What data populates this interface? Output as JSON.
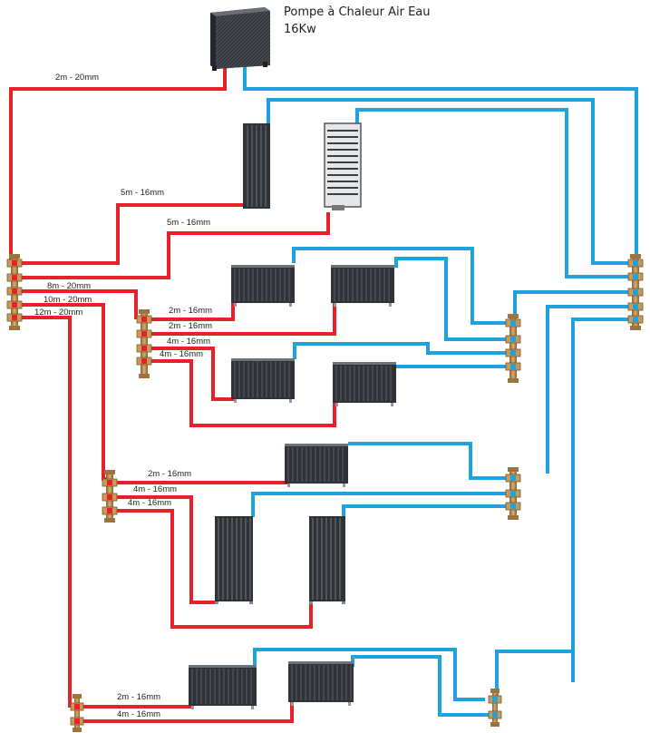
{
  "title": {
    "line1": "Pompe à Chaleur Air Eau",
    "line2": "16Kw"
  },
  "colors": {
    "supply": "#e8202a",
    "return": "#1fa3e0",
    "radiator": "#2f3338",
    "manifold": "#b8884a"
  },
  "labels": {
    "main_supply": "2m - 20mm",
    "vertical_radiator": "5m - 16mm",
    "towel_radiator": "5m - 16mm",
    "branch_1": "8m - 20mm",
    "branch_2": "10m - 20mm",
    "branch_3": "12m - 20mm",
    "g1_a": "2m - 16mm",
    "g1_b": "2m - 16mm",
    "g1_c": "4m - 16mm",
    "g1_d": "4m - 16mm",
    "g2_a": "2m - 16mm",
    "g2_b": "4m - 16mm",
    "g2_c": "4m - 16mm",
    "g3_a": "2m - 16mm",
    "g3_b": "4m - 16mm"
  }
}
